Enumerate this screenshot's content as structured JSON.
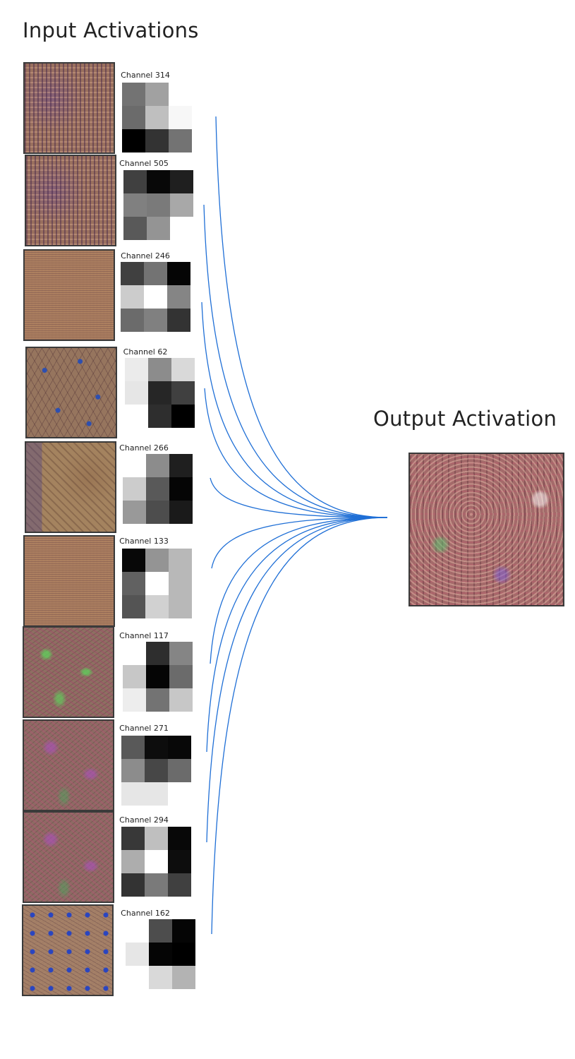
{
  "headings": {
    "input": "Input Activations",
    "output": "Output Activation"
  },
  "channels": [
    {
      "label": "Channel 314",
      "thumb_icon": "noise-texture-icon",
      "kernel": [
        0.45,
        0.63,
        1.0,
        0.42,
        0.75,
        0.97,
        0.0,
        0.2,
        0.45
      ]
    },
    {
      "label": "Channel 505",
      "thumb_icon": "noise-texture-icon",
      "kernel": [
        0.25,
        0.03,
        0.12,
        0.5,
        0.48,
        0.66,
        0.35,
        0.58,
        1.0
      ]
    },
    {
      "label": "Channel 246",
      "thumb_icon": "flat-noise-icon",
      "kernel": [
        0.25,
        0.45,
        0.02,
        0.8,
        1.0,
        0.52,
        0.42,
        0.5,
        0.2
      ]
    },
    {
      "label": "Channel 62",
      "thumb_icon": "triangle-texture-icon",
      "kernel": [
        0.92,
        0.55,
        0.85,
        0.9,
        0.15,
        0.25,
        1.0,
        0.18,
        0.0
      ]
    },
    {
      "label": "Channel 266",
      "thumb_icon": "split-texture-icon",
      "kernel": [
        1.0,
        0.55,
        0.12,
        0.8,
        0.35,
        0.02,
        0.6,
        0.3,
        0.1
      ]
    },
    {
      "label": "Channel 133",
      "thumb_icon": "flat-noise-icon",
      "kernel": [
        0.03,
        0.58,
        0.72,
        0.38,
        1.0,
        0.72,
        0.33,
        0.82,
        0.72
      ]
    },
    {
      "label": "Channel 117",
      "thumb_icon": "feather-texture-icon",
      "kernel": [
        1.0,
        0.18,
        0.52,
        0.78,
        0.02,
        0.42,
        0.93,
        0.45,
        0.78
      ]
    },
    {
      "label": "Channel 271",
      "thumb_icon": "feather-texture-icon",
      "kernel": [
        0.35,
        0.05,
        0.03,
        0.55,
        0.28,
        0.42,
        0.9,
        0.9,
        1.0
      ]
    },
    {
      "label": "Channel 294",
      "thumb_icon": "feather-texture-icon",
      "kernel": [
        0.22,
        0.75,
        0.03,
        0.68,
        1.0,
        0.05,
        0.2,
        0.48,
        0.25
      ]
    },
    {
      "label": "Channel 162",
      "thumb_icon": "dot-texture-icon",
      "kernel": [
        1.0,
        0.3,
        0.02,
        0.9,
        0.02,
        0.0,
        1.0,
        0.85,
        0.7
      ]
    }
  ],
  "output_icon": "output-texture-icon",
  "colors": {
    "connection_line": "#1f6fd6",
    "text": "#222222"
  }
}
